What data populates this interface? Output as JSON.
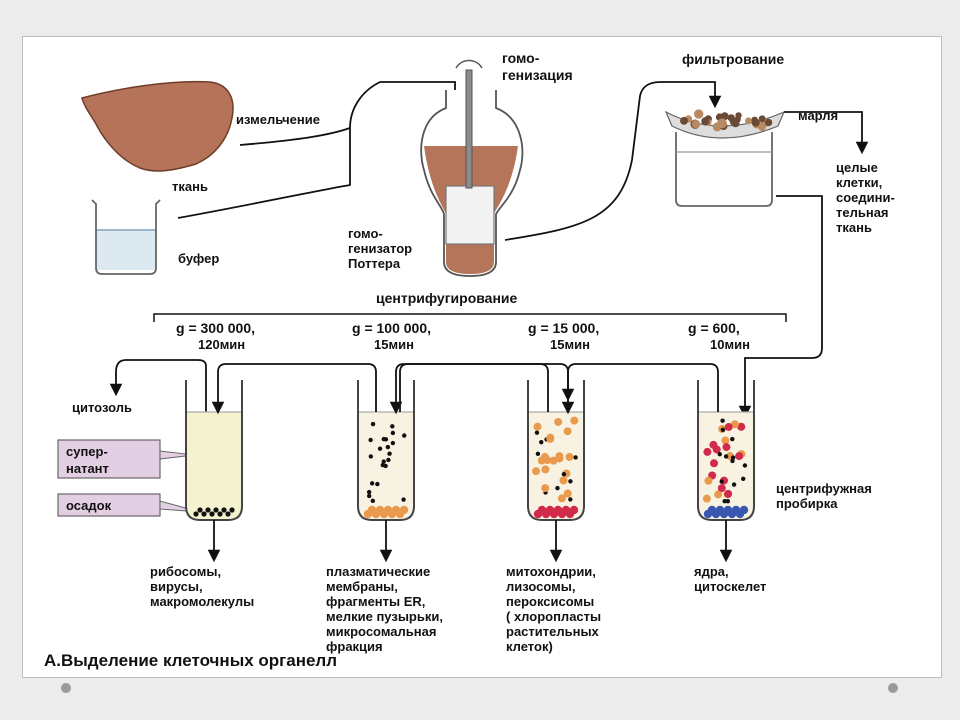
{
  "labels": {
    "grinding": "измельчение",
    "tissue": "ткань",
    "buffer": "буфер",
    "homogenization": [
      "гомо-",
      "генизация"
    ],
    "homogenizer": [
      "гомо-",
      "генизатор",
      "Поттера"
    ],
    "filtering": "фильтрование",
    "gauze": "марля",
    "whole_cells": [
      "целые",
      "клетки,",
      "соедини-",
      "тельная",
      "ткань"
    ],
    "centrifugation": "центрифугирование",
    "cytosol": "цитозоль",
    "supernatant": [
      "супер-",
      "натант"
    ],
    "pellet": "осадок",
    "centrifuge_tube": [
      "центрифужная",
      "пробирка"
    ],
    "caption": "А.Выделение клеточных органелл"
  },
  "tubes": [
    {
      "g": "g = 300 000,",
      "time": "120мин",
      "fractions": [
        "рибосомы,",
        "вирусы,",
        "макромолекулы"
      ]
    },
    {
      "g": "g = 100 000,",
      "time": "15мин",
      "fractions": [
        "плазматические",
        "мембраны,",
        "фрагменты ER,",
        "мелкие пузырьки,",
        "микросомальная",
        "фракция"
      ]
    },
    {
      "g": "g = 15 000,",
      "time": "15мин",
      "fractions": [
        "митохондрии,",
        "лизосомы,",
        "пероксисомы",
        "( хлоропласты",
        "растительных",
        "клеток)"
      ]
    },
    {
      "g": "g = 600,",
      "time": "10мин",
      "fractions": [
        "ядра,",
        "цитоскелет"
      ]
    }
  ],
  "colors": {
    "tissue": "#b5735a",
    "homogenate": "#b5755a",
    "supernatant": "#f4f2cf",
    "tube_fluid": "#f8f2e2",
    "label_box": "#e3cfe3",
    "orange_particle": "#e99a4c",
    "red_particle": "#d22a4a",
    "blue_particle": "#3a58b0",
    "black_particle": "#111111"
  }
}
